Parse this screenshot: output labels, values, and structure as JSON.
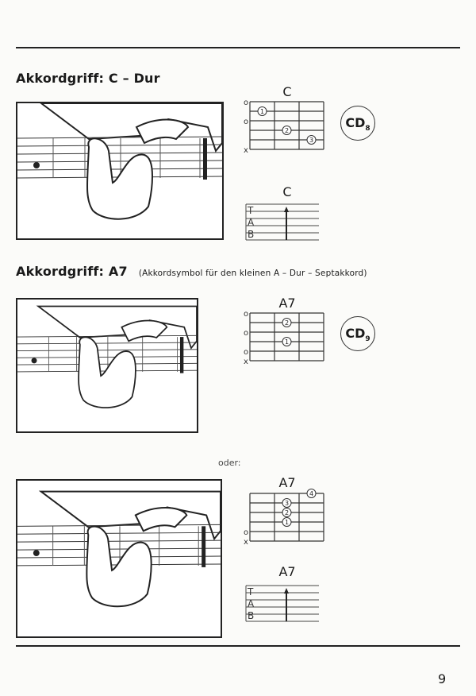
{
  "sections": [
    {
      "heading": "Akkordgriff: C – Dur",
      "subtitle": ""
    },
    {
      "heading": "Akkordgriff: A7",
      "subtitle": "(Akkordsymbol für den kleinen A – Dur – Septakkord)"
    }
  ],
  "chords": [
    {
      "name": "C",
      "open": [
        "o",
        "",
        "o",
        "",
        "",
        "x"
      ],
      "fingers": [
        {
          "finger": "1",
          "string": 1,
          "fret": 1
        },
        {
          "finger": "2",
          "string": 3,
          "fret": 2
        },
        {
          "finger": "3",
          "string": 4,
          "fret": 3
        }
      ]
    },
    {
      "name": "A7",
      "open": [
        "o",
        "",
        "o",
        "",
        "o",
        "x"
      ],
      "fingers": [
        {
          "finger": "2",
          "string": 1,
          "fret": 2
        },
        {
          "finger": "1",
          "string": 3,
          "fret": 2
        }
      ]
    },
    {
      "name": "A7",
      "open": [
        "",
        "",
        "",
        "",
        "o",
        "x"
      ],
      "fingers": [
        {
          "finger": "4",
          "string": 0,
          "fret": 3
        },
        {
          "finger": "3",
          "string": 1,
          "fret": 2
        },
        {
          "finger": "2",
          "string": 2,
          "fret": 2
        },
        {
          "finger": "1",
          "string": 3,
          "fret": 2
        }
      ]
    }
  ],
  "tabs": [
    {
      "name": "C",
      "letters": [
        "T",
        "A",
        "B"
      ]
    },
    {
      "name": "A7",
      "letters": [
        "T",
        "A",
        "B"
      ]
    }
  ],
  "cd_badges": [
    {
      "label": "CD",
      "track": "8"
    },
    {
      "label": "CD",
      "track": "9"
    }
  ],
  "oder": "oder:",
  "page_number": "9"
}
